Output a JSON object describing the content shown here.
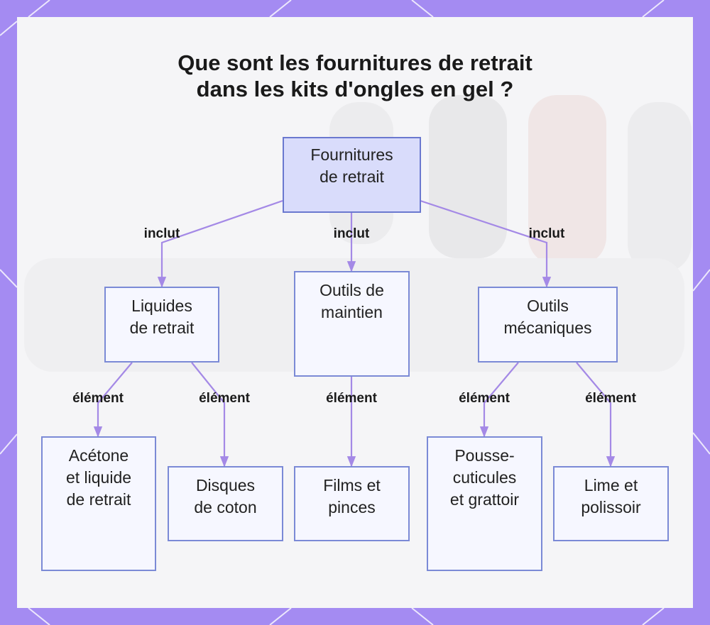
{
  "title": {
    "line1": "Que sont les fournitures de retrait",
    "line2": "dans les kits d'ongles en gel ?"
  },
  "nodes": {
    "root": {
      "line1": "Fournitures",
      "line2": "de retrait"
    },
    "liquides": {
      "line1": "Liquides",
      "line2": "de retrait"
    },
    "maintien": {
      "line1": "Outils de",
      "line2": "maintien"
    },
    "mecaniques": {
      "line1": "Outils",
      "line2": "mécaniques"
    },
    "acetone": {
      "line1": "Acétone",
      "line2": "et liquide",
      "line3": "de retrait"
    },
    "disques": {
      "line1": "Disques",
      "line2": "de coton"
    },
    "films": {
      "line1": "Films et",
      "line2": "pinces"
    },
    "pousse": {
      "line1": "Pousse-",
      "line2": "cuticules",
      "line3": "et grattoir"
    },
    "lime": {
      "line1": "Lime et",
      "line2": "polissoir"
    }
  },
  "edges": {
    "root_liquides": "inclut",
    "root_maintien": "inclut",
    "root_mecaniques": "inclut",
    "liquides_acetone": "élément",
    "liquides_disques": "élément",
    "maintien_films": "élément",
    "mecaniques_pousse": "élément",
    "mecaniques_lime": "élément"
  },
  "colors": {
    "border": "#a48bf2",
    "edge": "#a489e6",
    "node_fill": "#f6f7ff",
    "root_fill": "#d9dcfb",
    "node_border": "#7b8ad6"
  }
}
